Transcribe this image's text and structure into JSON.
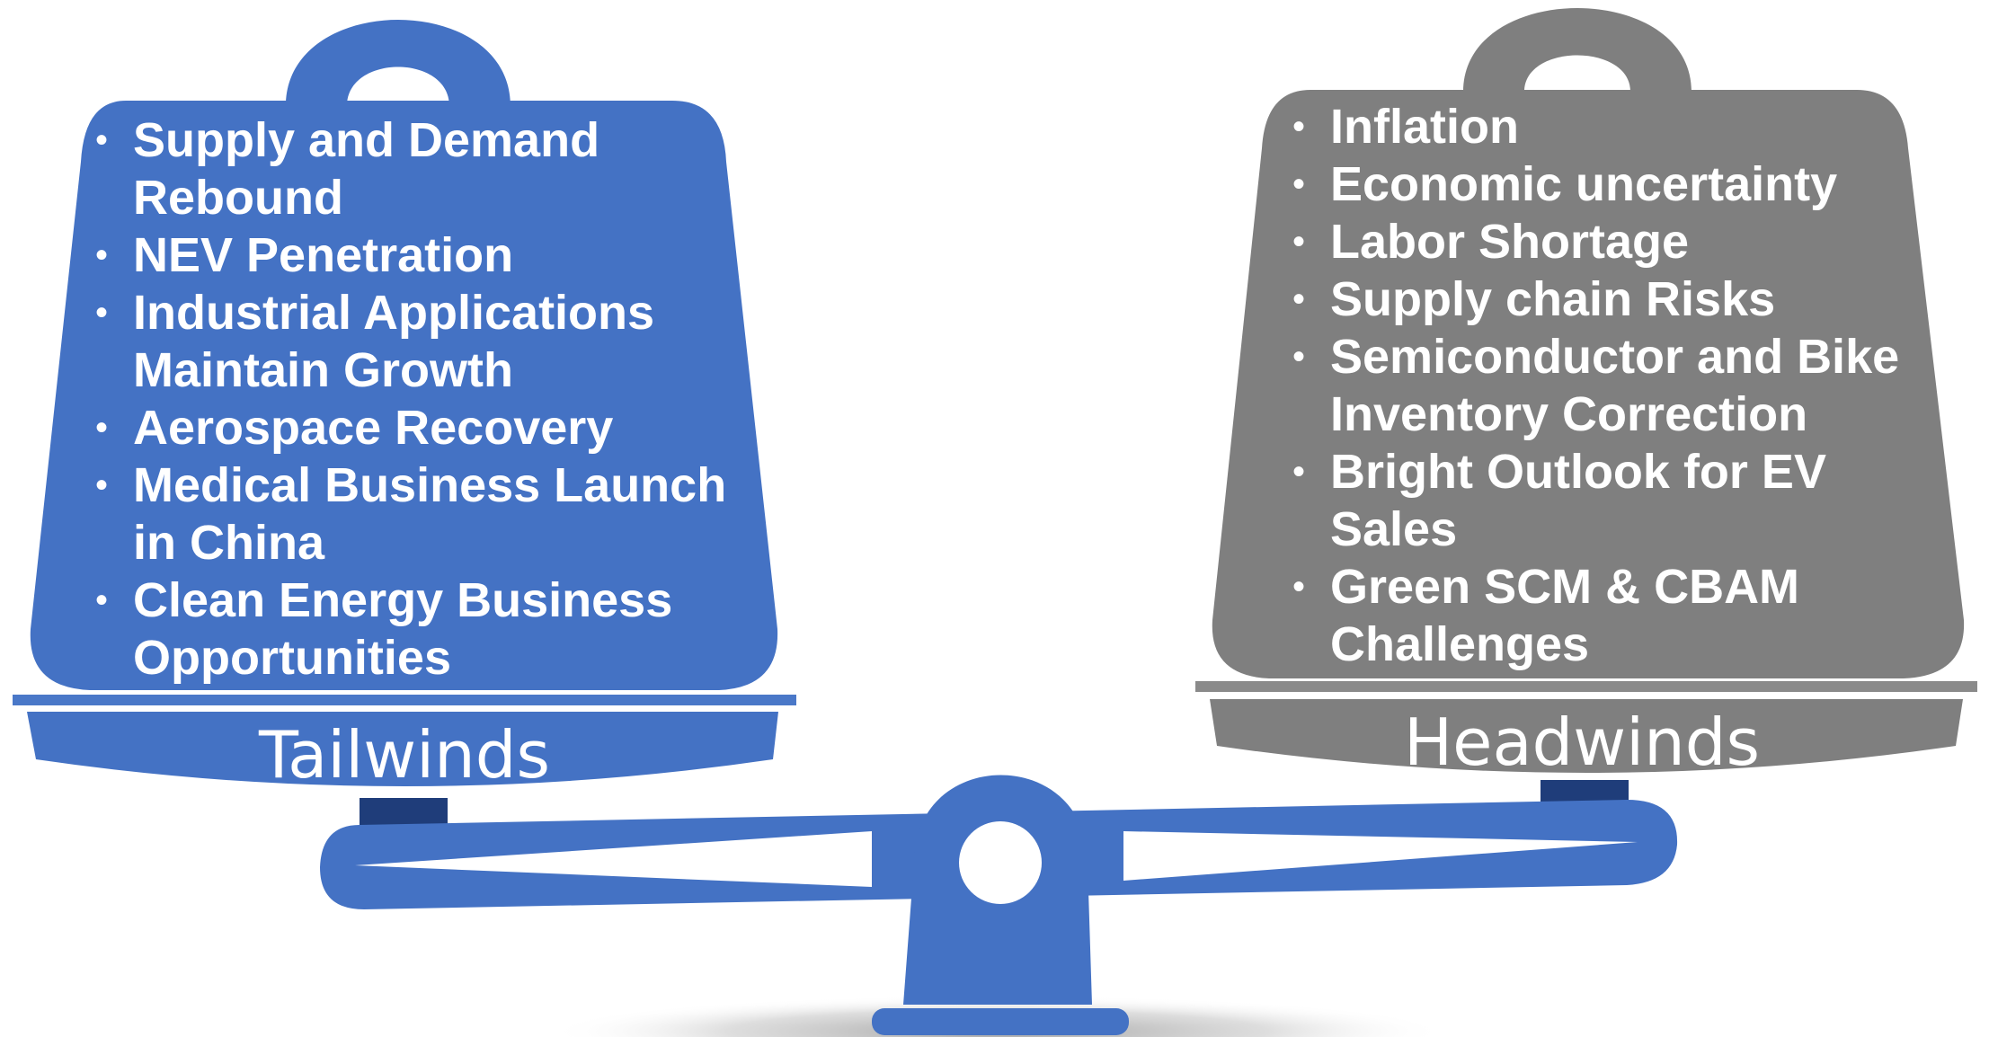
{
  "colors": {
    "tailwinds": "#4472C4",
    "headwinds": "#7F7F7F",
    "base_dark": "#1F3D7A",
    "text": "#FFFFFF"
  },
  "tailwinds": {
    "label": "Tailwinds",
    "items": [
      "Supply and Demand Rebound",
      "NEV Penetration",
      "Industrial Applications Maintain Growth",
      "Aerospace Recovery",
      "Medical Business Launch in China",
      "Clean Energy Business Opportunities"
    ]
  },
  "headwinds": {
    "label": "Headwinds",
    "items": [
      "Inflation",
      "Economic uncertainty",
      "Labor Shortage",
      "Supply chain Risks",
      "Semiconductor and Bike Inventory Correction",
      "Bright Outlook for EV Sales",
      "Green SCM & CBAM Challenges"
    ]
  }
}
